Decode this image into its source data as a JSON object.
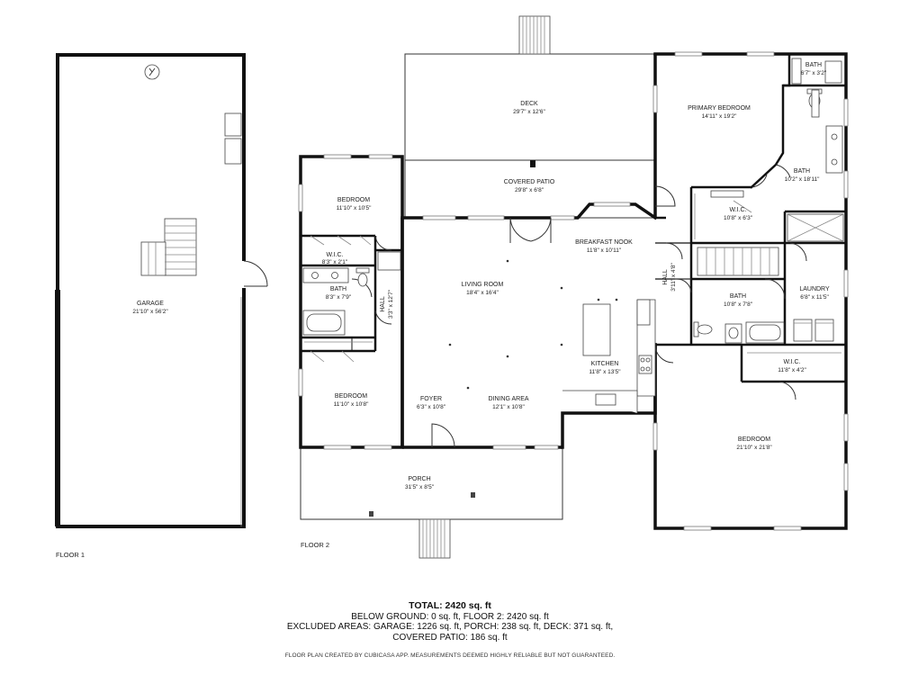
{
  "rooms": {
    "garage": {
      "name": "GARAGE",
      "dim": "21'10\" x 56'2\""
    },
    "deck": {
      "name": "DECK",
      "dim": "29'7\" x 12'6\""
    },
    "covered_patio": {
      "name": "COVERED PATIO",
      "dim": "29'8\" x 6'8\""
    },
    "bedroom_nw": {
      "name": "BEDROOM",
      "dim": "11'10\" x 10'5\""
    },
    "wic_west": {
      "name": "W.I.C.",
      "dim": "8'3\" x 2'1\""
    },
    "bath_west": {
      "name": "BATH",
      "dim": "8'3\" x 7'9\""
    },
    "hall_west": {
      "name": "HALL",
      "dim": "3'3\" x 12'7\""
    },
    "bedroom_sw": {
      "name": "BEDROOM",
      "dim": "11'10\" x 10'8\""
    },
    "living_room": {
      "name": "LIVING ROOM",
      "dim": "18'4\" x 16'4\""
    },
    "foyer": {
      "name": "FOYER",
      "dim": "6'3\" x 10'8\""
    },
    "dining_area": {
      "name": "DINING AREA",
      "dim": "12'1\" x 10'8\""
    },
    "breakfast_nook": {
      "name": "BREAKFAST NOOK",
      "dim": "11'8\" x 10'11\""
    },
    "kitchen": {
      "name": "KITCHEN",
      "dim": "11'8\" x 13'5\""
    },
    "hall_east": {
      "name": "HALL",
      "dim": "3'11\" x 4'8\""
    },
    "primary_bedroom": {
      "name": "PRIMARY BEDROOM",
      "dim": "14'11\" x 19'2\""
    },
    "bath_primary_small": {
      "name": "BATH",
      "dim": "6'7\" x 3'2\""
    },
    "bath_primary": {
      "name": "BATH",
      "dim": "10'2\" x 18'11\""
    },
    "wic_primary": {
      "name": "W.I.C.",
      "dim": "10'8\" x 6'3\""
    },
    "bath_east": {
      "name": "BATH",
      "dim": "10'8\" x 7'8\""
    },
    "laundry": {
      "name": "LAUNDRY",
      "dim": "6'8\" x 11'5\""
    },
    "wic_east": {
      "name": "W.I.C.",
      "dim": "11'8\" x 4'2\""
    },
    "bedroom_east": {
      "name": "BEDROOM",
      "dim": "21'10\" x 21'8\""
    },
    "porch": {
      "name": "PORCH",
      "dim": "31'5\" x 8'5\""
    }
  },
  "floors": {
    "floor1": "FLOOR 1",
    "floor2": "FLOOR 2"
  },
  "summary": {
    "total": "TOTAL: 2420 sq. ft",
    "line1": "BELOW GROUND: 0 sq. ft, FLOOR 2: 2420 sq. ft",
    "line2": "EXCLUDED AREAS: GARAGE: 1226 sq. ft, PORCH: 238 sq. ft, DECK: 371 sq. ft,",
    "line3": "COVERED PATIO: 186 sq. ft"
  },
  "credit": "FLOOR PLAN CREATED BY CUBICASA APP. MEASUREMENTS DEEMED HIGHLY RELIABLE BUT NOT GUARANTEED.",
  "icons": [
    "water-heater-icon",
    "stairs-icon",
    "door-swing-icon",
    "window-icon",
    "toilet-icon",
    "bathtub-icon",
    "sink-icon",
    "range-icon",
    "washer-dryer-icon"
  ]
}
